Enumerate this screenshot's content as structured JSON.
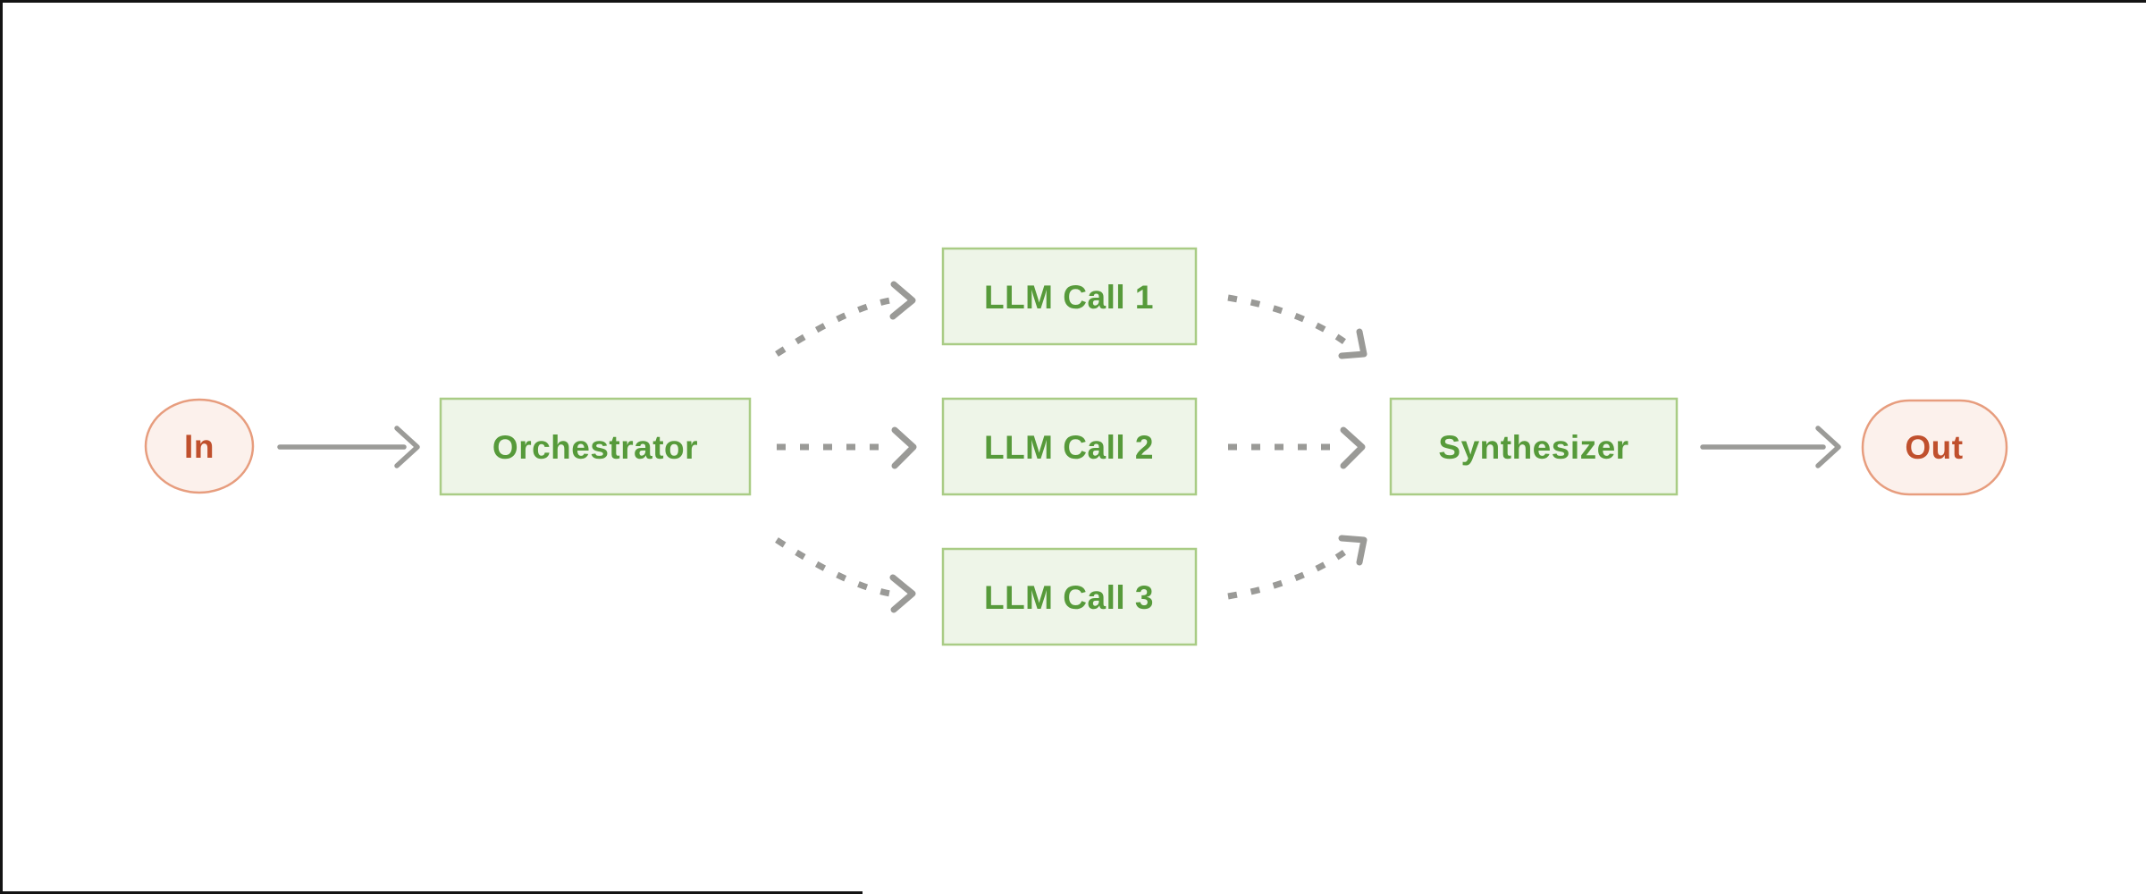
{
  "diagram": {
    "title": "orchestrator-workers workflow",
    "nodes": {
      "in": {
        "label": "In",
        "shape": "ellipse"
      },
      "orchestrator": {
        "label": "Orchestrator",
        "shape": "rect"
      },
      "llm_call_1": {
        "label": "LLM Call 1",
        "shape": "rect"
      },
      "llm_call_2": {
        "label": "LLM Call 2",
        "shape": "rect"
      },
      "llm_call_3": {
        "label": "LLM Call 3",
        "shape": "rect"
      },
      "synthesizer": {
        "label": "Synthesizer",
        "shape": "rect"
      },
      "out": {
        "label": "Out",
        "shape": "stadium"
      }
    },
    "edges": [
      {
        "from": "in",
        "to": "orchestrator",
        "style": "solid"
      },
      {
        "from": "orchestrator",
        "to": "llm_call_1",
        "style": "dashed-curve-up"
      },
      {
        "from": "orchestrator",
        "to": "llm_call_2",
        "style": "dashed-straight"
      },
      {
        "from": "orchestrator",
        "to": "llm_call_3",
        "style": "dashed-curve-down"
      },
      {
        "from": "llm_call_1",
        "to": "synthesizer",
        "style": "dashed-curve-down"
      },
      {
        "from": "llm_call_2",
        "to": "synthesizer",
        "style": "dashed-straight"
      },
      {
        "from": "llm_call_3",
        "to": "synthesizer",
        "style": "dashed-curve-up"
      },
      {
        "from": "synthesizer",
        "to": "out",
        "style": "solid"
      }
    ],
    "colors": {
      "background": "#ffffff",
      "green_fill": "#eef5e8",
      "green_border": "#a9cc85",
      "green_text": "#569a3a",
      "pink_fill": "#fcf1ec",
      "pink_border": "#e79d7e",
      "red_text": "#c0502d",
      "arrow_gray": "#9b9b98",
      "frame_black": "#141414"
    }
  }
}
